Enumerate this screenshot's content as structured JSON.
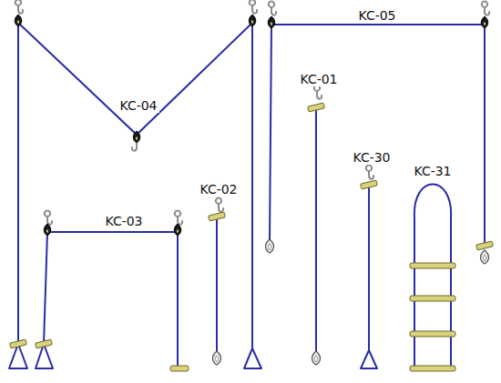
{
  "diagram": {
    "labels": [
      "KC-05",
      "KC-01",
      "KC-04",
      "KC-30",
      "KC-31",
      "KC-02",
      "KC-03"
    ]
  }
}
